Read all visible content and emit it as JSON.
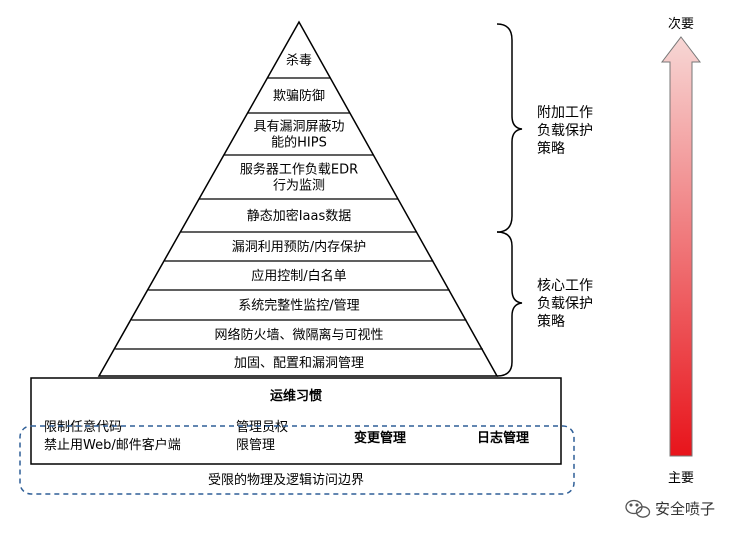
{
  "pyramid": {
    "layers": [
      [
        "杀毒"
      ],
      [
        "欺骗防御"
      ],
      [
        "具有漏洞屏蔽功",
        "能的HIPS"
      ],
      [
        "服务器工作负载EDR",
        "行为监测"
      ],
      [
        "静态加密Iaas数据"
      ],
      [
        "漏洞利用预防/内存保护"
      ],
      [
        "应用控制/白名单"
      ],
      [
        "系统完整性监控/管理"
      ],
      [
        "网络防火墙、微隔离与可视性"
      ],
      [
        "加固、配置和漏洞管理"
      ]
    ]
  },
  "base": {
    "title": "运维习惯",
    "item1": [
      "限制任意代码",
      "禁止用Web/邮件客户端"
    ],
    "item2": [
      "管理员权",
      "限管理"
    ],
    "item3": "变更管理",
    "item4": "日志管理",
    "boundary": "受限的物理及逻辑访问边界"
  },
  "brackets": {
    "upper": [
      "附加工作",
      "负载保护",
      "策略"
    ],
    "lower": [
      "核心工作",
      "负载保护",
      "策略"
    ]
  },
  "arrow": {
    "top_label": "次要",
    "bottom_label": "主要",
    "color_top": "#f7d7d5",
    "color_bottom": "#e8141b"
  },
  "watermark": {
    "text": "安全喷子"
  }
}
